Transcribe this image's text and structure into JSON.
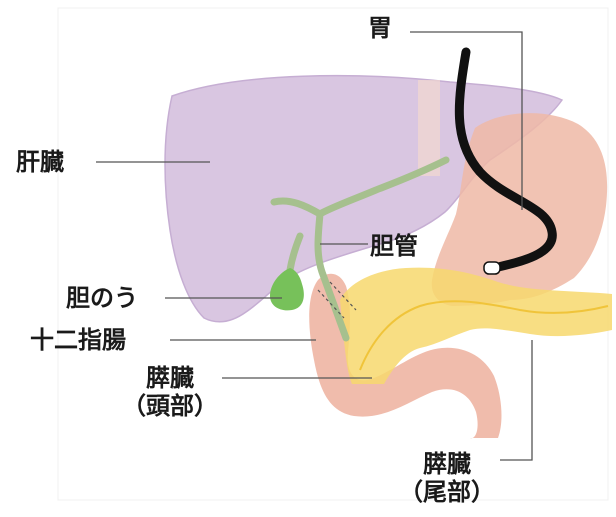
{
  "labels": {
    "stomach": "胃",
    "liver": "肝臓",
    "bile_duct": "胆管",
    "gallbladder": "胆のう",
    "duodenum": "十二指腸",
    "pancreas_head": {
      "line1": "膵臓",
      "line2": "（頭部）"
    },
    "pancreas_tail": {
      "line1": "膵臓",
      "line2": "（尾部）"
    }
  },
  "colors": {
    "liver": "#d9c6e1",
    "liver_stroke": "#c6aed3",
    "stomach": "#efb9a6",
    "duodenum": "#eeb5a3",
    "pancreas": "#f7d86d",
    "pancreas_vein": "#f0c43a",
    "bile_duct": "#a6c08e",
    "gallbladder": "#77c15a",
    "endoscope": "#111111",
    "leader_line": "#555555",
    "text": "#1a1a1a"
  }
}
